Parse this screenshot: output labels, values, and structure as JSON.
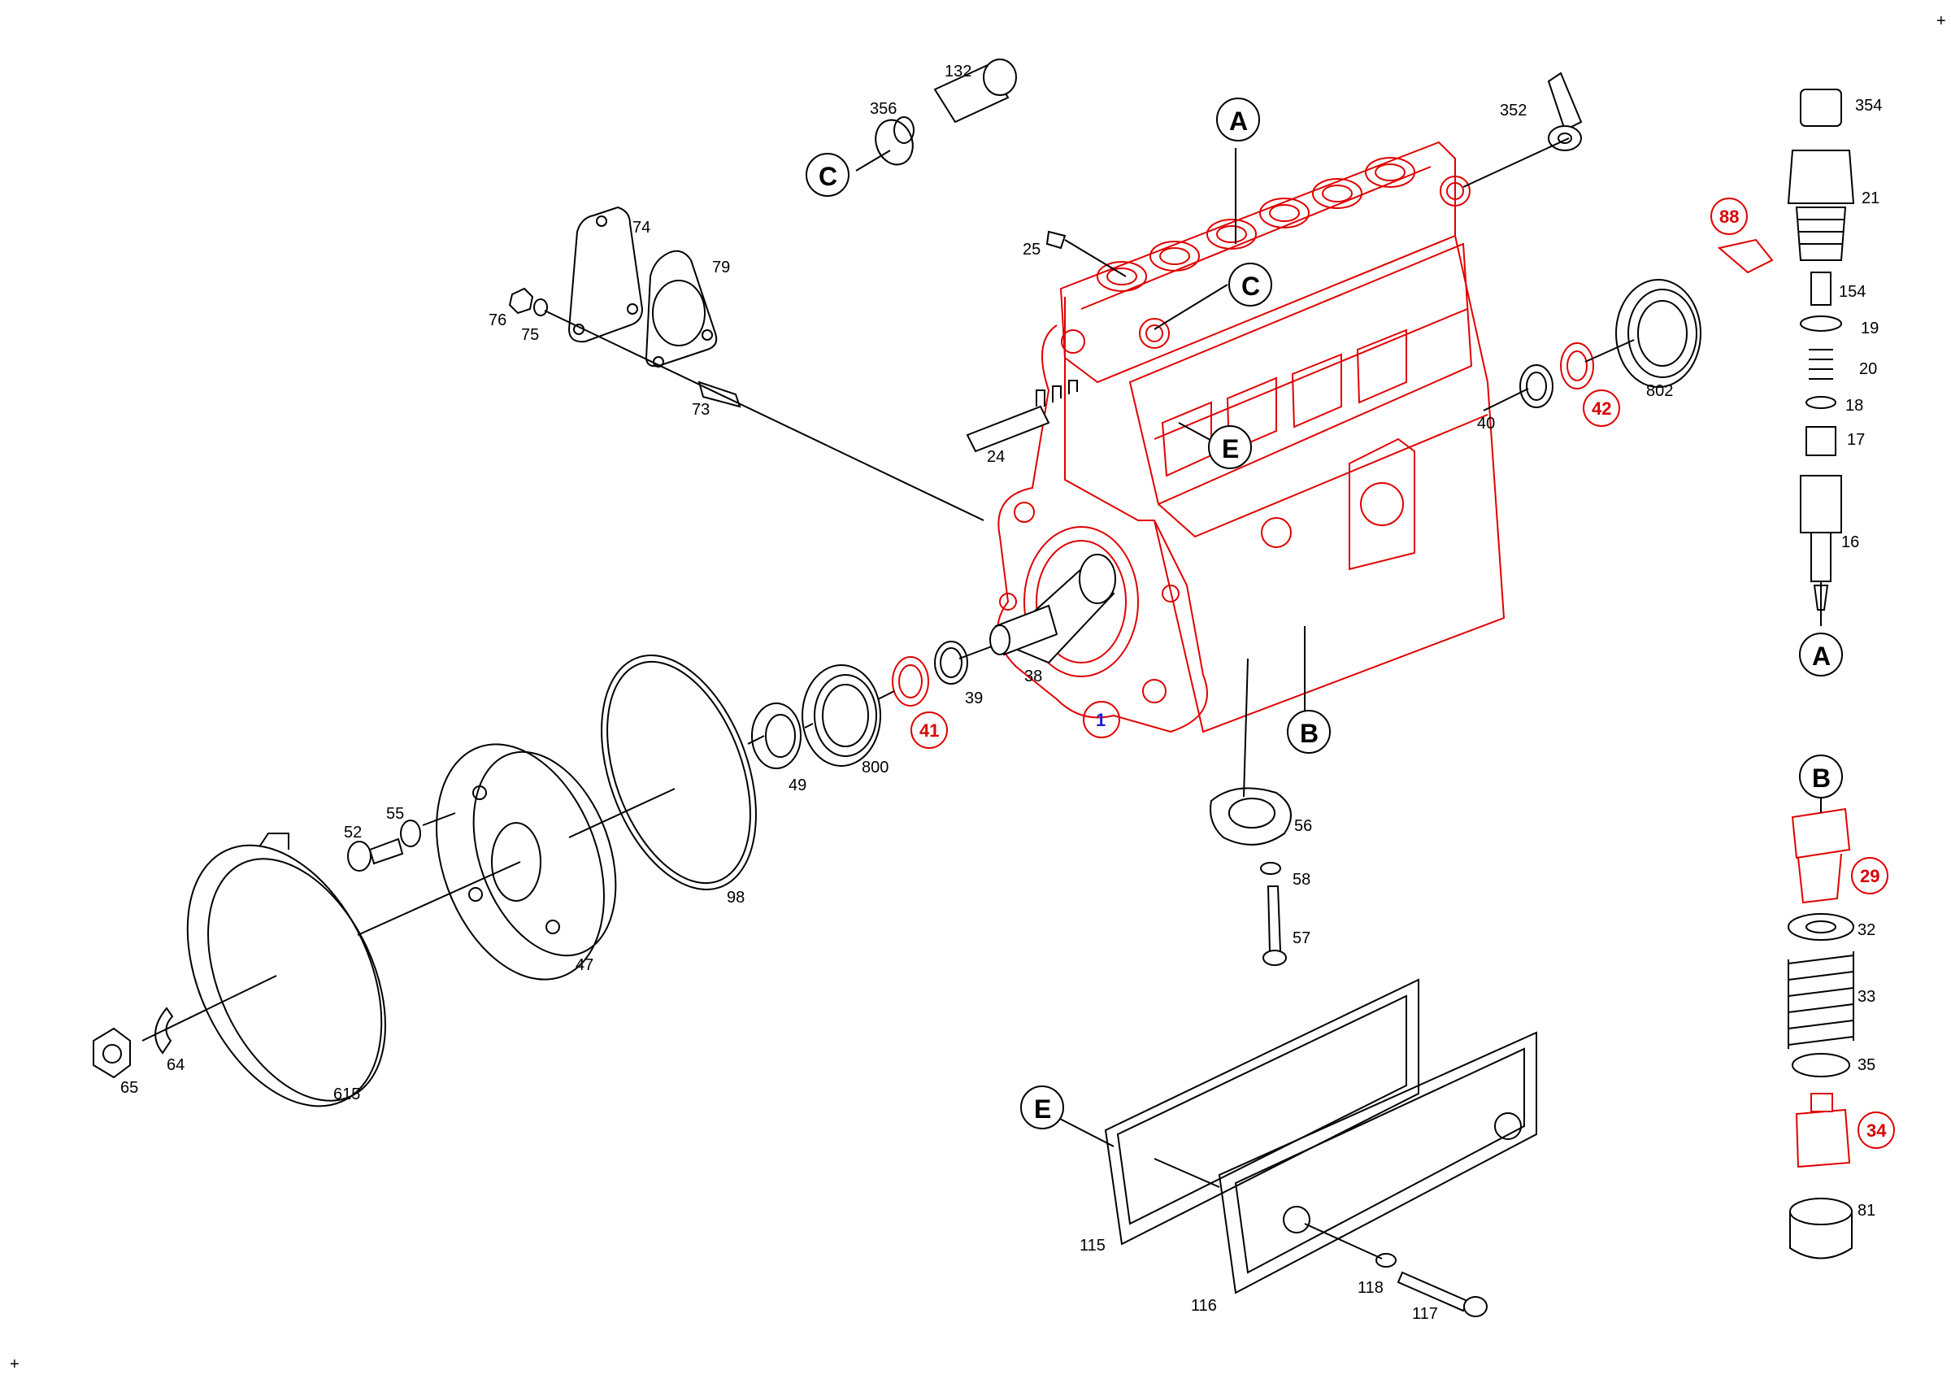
{
  "colors": {
    "line": "#000000",
    "highlight": "#e00000",
    "highlight_label": "#d80000",
    "main_part_label": "#1a1adc",
    "background": "#ffffff"
  },
  "callouts": {
    "A": "A",
    "B": "B",
    "C": "C",
    "E": "E"
  },
  "labels": {
    "p1": "1",
    "p16": "16",
    "p17": "17",
    "p18": "18",
    "p19": "19",
    "p20": "20",
    "p21": "21",
    "p24": "24",
    "p25": "25",
    "p29": "29",
    "p32": "32",
    "p33": "33",
    "p34": "34",
    "p35": "35",
    "p38": "38",
    "p39": "39",
    "p40": "40",
    "p41": "41",
    "p42": "42",
    "p47": "47",
    "p49": "49",
    "p52": "52",
    "p55": "55",
    "p56": "56",
    "p57": "57",
    "p58": "58",
    "p64": "64",
    "p65": "65",
    "p73": "73",
    "p74": "74",
    "p75": "75",
    "p76": "76",
    "p79": "79",
    "p81": "81",
    "p88": "88",
    "p98": "98",
    "p115": "115",
    "p116": "116",
    "p117": "117",
    "p118": "118",
    "p132": "132",
    "p154": "154",
    "p352": "352",
    "p354": "354",
    "p356": "356",
    "p615": "615",
    "p800": "800",
    "p802": "802"
  },
  "corner_marks": {
    "top_right": "+",
    "bottom_left": "+"
  }
}
